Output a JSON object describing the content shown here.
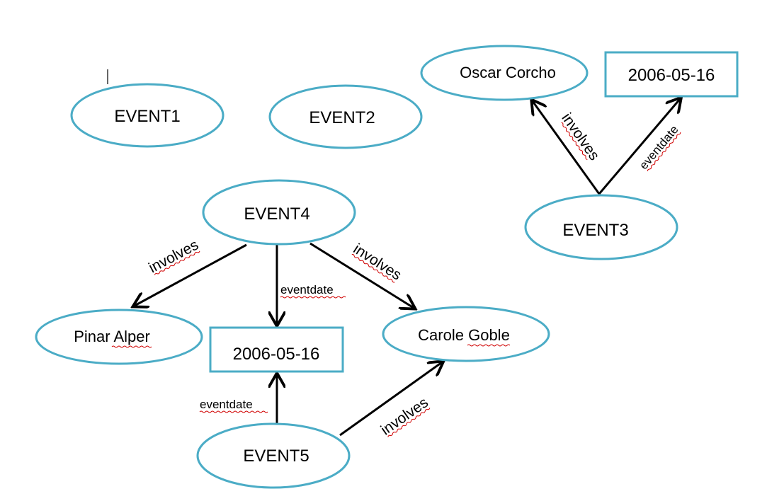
{
  "nodes": {
    "event1": "EVENT1",
    "event2": "EVENT2",
    "event3": "EVENT3",
    "event4": "EVENT4",
    "event5": "EVENT5",
    "oscar_corcho": "Oscar Corcho",
    "pinar_alper": "Pinar Alper",
    "carole_goble": "Carole Goble",
    "date_event3": "2006-05-16",
    "date_event4": "2006-05-16"
  },
  "edges": {
    "e3_involves": "involves",
    "e3_eventdate": "eventdate",
    "e4_involves_pinar": "involves",
    "e4_eventdate": "eventdate",
    "e4_involves_carole": "involves",
    "e5_eventdate": "eventdate",
    "e5_involves": "involves"
  },
  "colors": {
    "node_border": "#4bacc6",
    "arrow": "#000000",
    "spellcheck_underline": "#d00000"
  }
}
